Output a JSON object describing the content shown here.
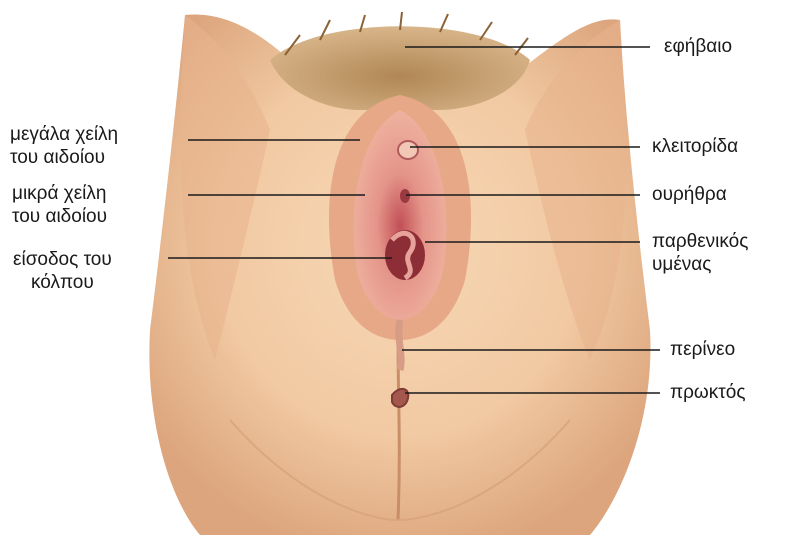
{
  "labels": {
    "pubis": "εφήβαιο",
    "labia_majora": [
      "μεγάλα χείλη",
      "του αιδοίου"
    ],
    "labia_minora": [
      "μικρά χείλη",
      "του αιδοίου"
    ],
    "vaginal_opening": [
      "είσοδος του",
      "κόλπου"
    ],
    "clitoris": "κλειτορίδα",
    "urethra": "ουρήθρα",
    "hymen": [
      "παρθενικός",
      "υμένας"
    ],
    "perineum": "περίνεο",
    "anus": "πρωκτός"
  },
  "colors": {
    "skin": "#f1c9a2",
    "skin_shadow": "#d9a27a",
    "hair": "#a07a4e",
    "mucosa": "#d9807a",
    "mucosa_dark": "#b2454b",
    "leader_line": "#1a1a1a"
  }
}
